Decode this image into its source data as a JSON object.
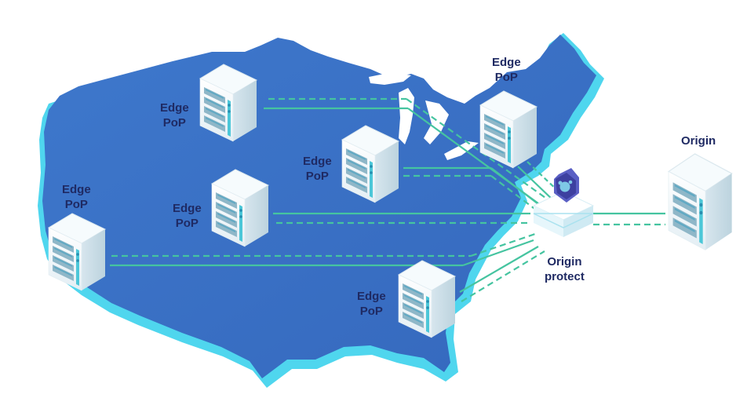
{
  "colors": {
    "map_fill": "#3d74c8",
    "map_edge": "#4fd6ee",
    "link": "#45c4a0",
    "server_body": "#eef5f9",
    "server_side": "#c9dde6",
    "server_accent": "#4cc7d8",
    "label": "#1f2a63",
    "shield": "#4a4fb5"
  },
  "labels": {
    "pop_nw": {
      "line1": "Edge",
      "line2": "PoP"
    },
    "pop_ne": {
      "line1": "Edge",
      "line2": "PoP"
    },
    "pop_center": {
      "line1": "Edge",
      "line2": "PoP"
    },
    "pop_mid": {
      "line1": "Edge",
      "line2": "PoP"
    },
    "pop_west": {
      "line1": "Edge",
      "line2": "PoP"
    },
    "pop_se": {
      "line1": "Edge",
      "line2": "PoP"
    },
    "origin_protect": {
      "line1": "Origin",
      "line2": "protect"
    },
    "origin": {
      "line1": "Origin"
    }
  },
  "icons": {
    "server": "server-rack-icon",
    "shield": "shield-icon",
    "protect_node": "origin-protect-node-icon"
  }
}
